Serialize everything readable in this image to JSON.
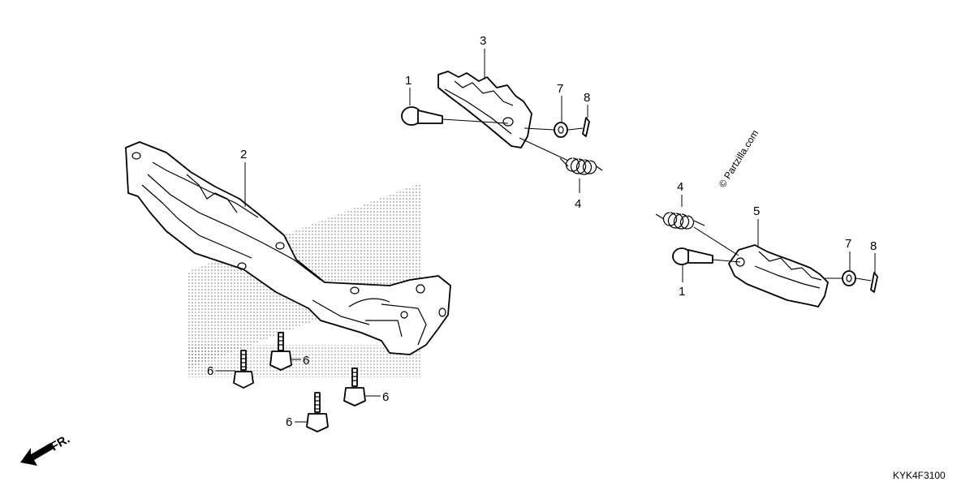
{
  "diagram": {
    "code": "KYK4F3100",
    "watermark": "© Partzilla.com",
    "direction_label": "FR.",
    "callouts": [
      {
        "id": "c1a",
        "label": "1"
      },
      {
        "id": "c3",
        "label": "3"
      },
      {
        "id": "c7a",
        "label": "7"
      },
      {
        "id": "c8a",
        "label": "8"
      },
      {
        "id": "c4a",
        "label": "4"
      },
      {
        "id": "c2",
        "label": "2"
      },
      {
        "id": "c4b",
        "label": "4"
      },
      {
        "id": "c5",
        "label": "5"
      },
      {
        "id": "c7b",
        "label": "7"
      },
      {
        "id": "c8b",
        "label": "8"
      },
      {
        "id": "c1b",
        "label": "1"
      },
      {
        "id": "c6a",
        "label": "6"
      },
      {
        "id": "c6b",
        "label": "6"
      },
      {
        "id": "c6c",
        "label": "6"
      },
      {
        "id": "c6d",
        "label": "6"
      }
    ]
  }
}
